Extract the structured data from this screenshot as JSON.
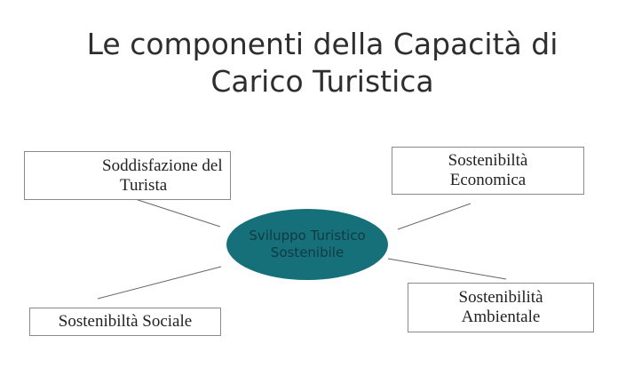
{
  "title": {
    "line1": "Le componenti della Capacità di",
    "line2": "Carico Turistica"
  },
  "center": {
    "line1": "Sviluppo Turistico",
    "line2": "Sostenibile",
    "fill": "#16707a"
  },
  "nodes": [
    {
      "line1": "Soddisfazione del",
      "line2": "Turista"
    },
    {
      "line1": "Sostenibiltà",
      "line2": "Economica"
    },
    {
      "line1": "Sostenibiltà Sociale"
    },
    {
      "line1": "Sostenibilità",
      "line2": "Ambientale"
    }
  ]
}
